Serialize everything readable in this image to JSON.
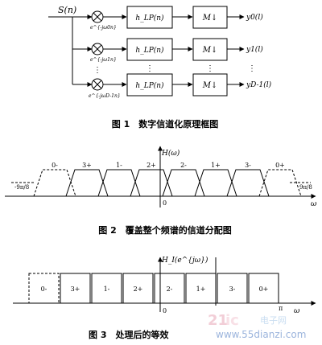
{
  "fig1": {
    "input_label": "S(n)",
    "filter_label": "h_LP(n)",
    "decimator_label": "M↓",
    "outputs": [
      "y0(l)",
      "y1(l)",
      "yD-1(l)"
    ],
    "exps": [
      "e^{-jω0n}",
      "e^{-jω1n}",
      "e^{-jωD-1n}"
    ],
    "ellipsis": "⋮",
    "caption": "图 1　数字信道化原理框图"
  },
  "fig2": {
    "ylabel": "H(ω)",
    "xlabel": "ω",
    "origin": "0",
    "left_tick": "-9π/8",
    "right_tick": "9π/8",
    "bands": [
      "0-",
      "3+",
      "1-",
      "2+",
      "2-",
      "1+",
      "3-",
      "0+"
    ],
    "caption": "图 2　覆盖整个频谱的信道分配图"
  },
  "fig3": {
    "ylabel": "H_I(e^{jω})",
    "xlabel": "ω",
    "origin": "0",
    "pi": "π",
    "bands": [
      "0-",
      "3+",
      "1-",
      "2+",
      "2-",
      "1+",
      "3-",
      "0+"
    ],
    "caption": "图 3　处理后的等效"
  },
  "watermark": {
    "logo_text": "21ic 电子网",
    "url": "www.55dianzi.com"
  }
}
